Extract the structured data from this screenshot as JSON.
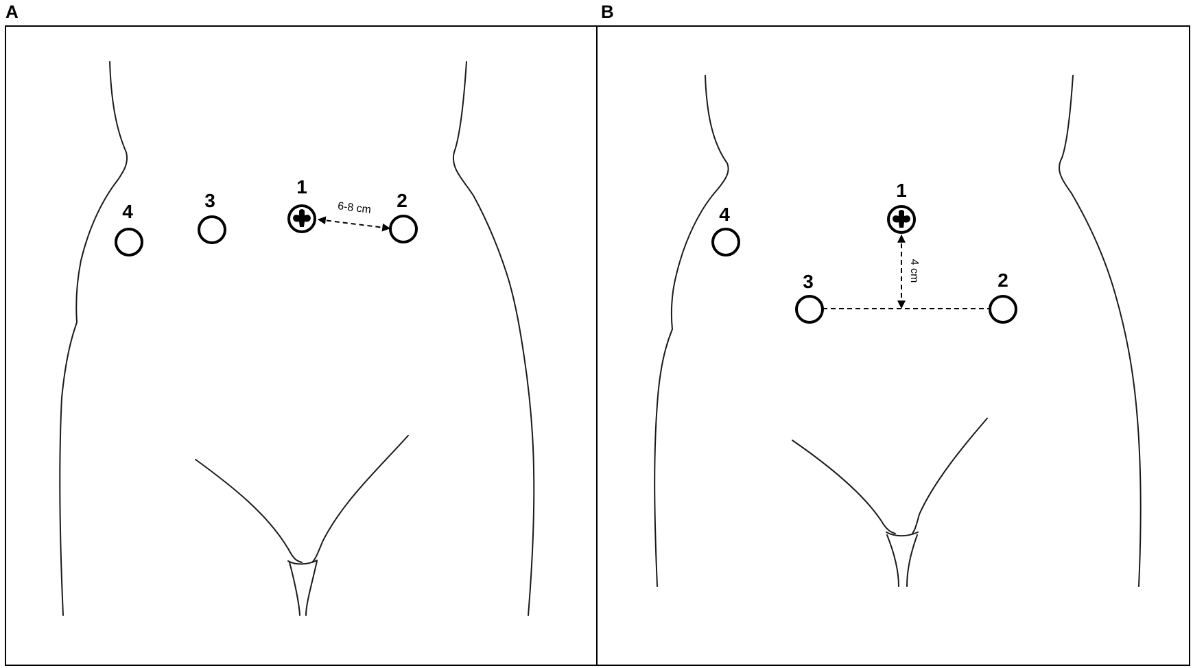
{
  "panels": [
    {
      "letter": "A",
      "ports": [
        "1",
        "2",
        "3",
        "4"
      ],
      "dimension": "6-8 cm"
    },
    {
      "letter": "B",
      "ports": [
        "1",
        "2",
        "3",
        "4"
      ],
      "dimension": "4 cm"
    }
  ]
}
